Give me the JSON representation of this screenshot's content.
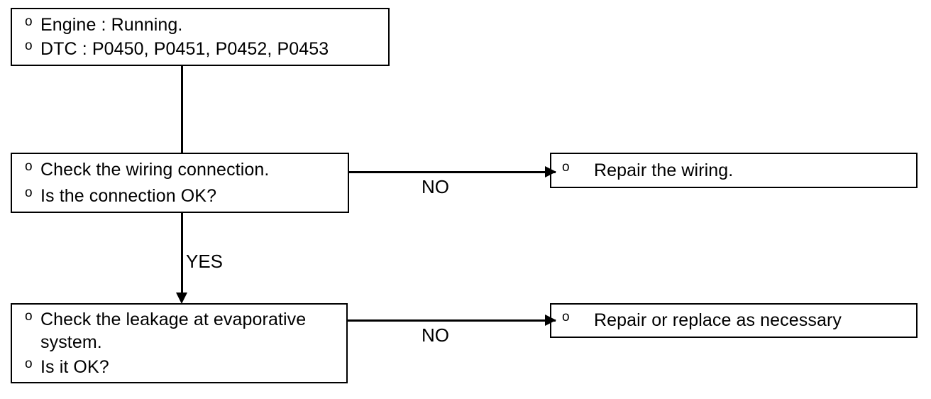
{
  "diagram": {
    "title": "EVAP system DTC P0450-P0453 diagnostic flowchart",
    "bullet_glyph": "o",
    "nodes": {
      "start": {
        "name": "start-conditions",
        "lines": [
          "Engine : Running.",
          "DTC : P0450, P0451, P0452, P0453"
        ]
      },
      "check_wiring": {
        "name": "check-wiring-connection",
        "lines": [
          "Check the wiring connection.",
          "Is the connection OK?"
        ]
      },
      "check_leak": {
        "name": "check-evaporative-leakage",
        "lines": [
          "Check the leakage at evaporative system.",
          "Is it OK?"
        ]
      },
      "repair_wiring": {
        "name": "repair-the-wiring",
        "lines": [
          "Repair the wiring."
        ]
      },
      "repair_replace": {
        "name": "repair-or-replace",
        "lines": [
          "Repair or replace as necessary"
        ]
      }
    },
    "edges": {
      "wiring_no": "NO",
      "wiring_yes": "YES",
      "leak_no": "NO"
    },
    "colors": {
      "stroke": "#000000",
      "background": "#ffffff",
      "text": "#000000"
    }
  }
}
